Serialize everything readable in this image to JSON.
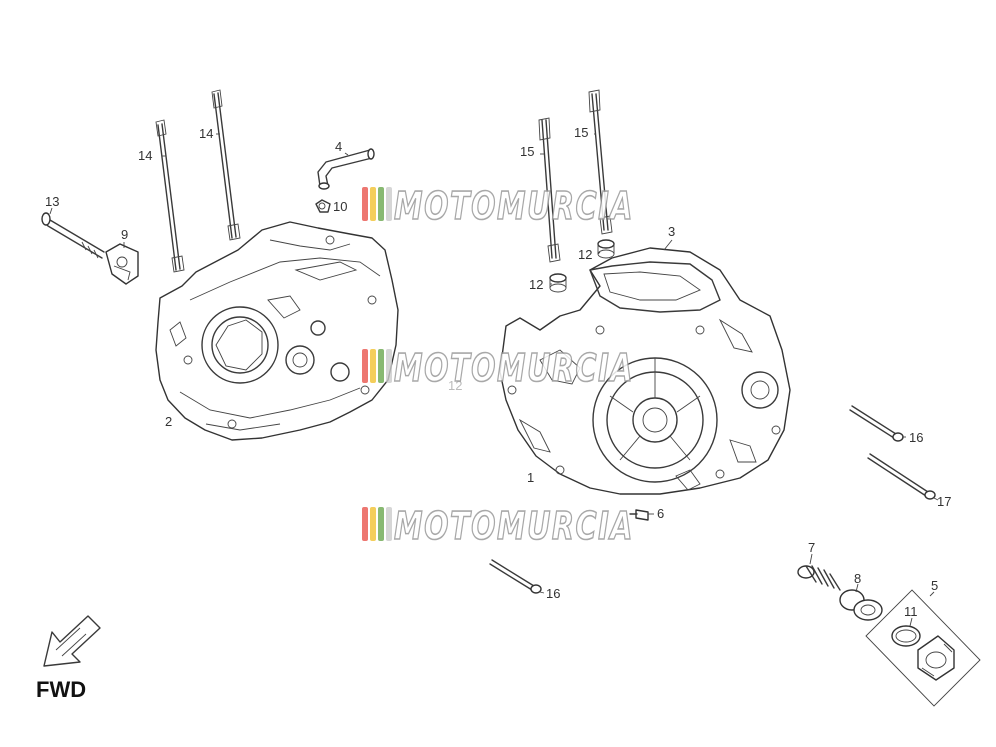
{
  "labels": [
    {
      "id": "l13",
      "text": "13"
    },
    {
      "id": "l9",
      "text": "9"
    },
    {
      "id": "l14a",
      "text": "14"
    },
    {
      "id": "l14b",
      "text": "14"
    },
    {
      "id": "l4",
      "text": "4"
    },
    {
      "id": "l10",
      "text": "10"
    },
    {
      "id": "l2",
      "text": "2"
    },
    {
      "id": "l15a",
      "text": "15"
    },
    {
      "id": "l15b",
      "text": "15"
    },
    {
      "id": "l3",
      "text": "3"
    },
    {
      "id": "l12a",
      "text": "12"
    },
    {
      "id": "l12b",
      "text": "12"
    },
    {
      "id": "l12c",
      "text": "12"
    },
    {
      "id": "l1",
      "text": "1"
    },
    {
      "id": "l16a",
      "text": "16"
    },
    {
      "id": "l17",
      "text": "17"
    },
    {
      "id": "l6",
      "text": "6"
    },
    {
      "id": "l16b",
      "text": "16"
    },
    {
      "id": "l7",
      "text": "7"
    },
    {
      "id": "l8",
      "text": "8"
    },
    {
      "id": "l5",
      "text": "5"
    },
    {
      "id": "l11",
      "text": "11"
    }
  ],
  "direction_label": "FWD",
  "watermark": "MOTOMURCIA",
  "watermark_stripe_colors": [
    "#e8554e",
    "#f1c232",
    "#6aa84f",
    "#cccccc"
  ]
}
